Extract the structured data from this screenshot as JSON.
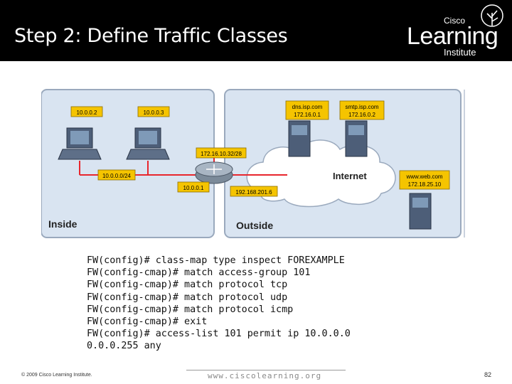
{
  "slide": {
    "title": "Step 2: Define Traffic Classes",
    "logo": {
      "brand": "Cisco",
      "word": "Learning",
      "sub": "Institute"
    }
  },
  "diagram": {
    "inside_label": "Inside",
    "outside_label": "Outside",
    "internet_label": "Internet",
    "hosts": {
      "h1": "10.0.0.2",
      "h2": "10.0.0.3"
    },
    "subnet": "10.0.0.0/24",
    "router_inside_ip": "10.0.0.1",
    "router_outside_ip": "192.168.201.6",
    "router_top_net": "172.16.10.32/28",
    "servers": {
      "dns": {
        "name": "dns.isp.com",
        "ip": "172.16.0.1"
      },
      "smtp": {
        "name": "smtp.isp.com",
        "ip": "172.16.0.2"
      },
      "web": {
        "name": "www.web.com",
        "ip": "172.18.25.10"
      }
    },
    "colors": {
      "label_fill": "#f5c400",
      "inside_bg": "#d9e4f1",
      "outside_bg": "#d9e4f1",
      "link": "#e8262d"
    }
  },
  "config": {
    "lines": [
      "FW(config)# class-map type inspect FOREXAMPLE",
      "FW(config-cmap)# match access-group 101",
      "FW(config-cmap)# match protocol tcp",
      "FW(config-cmap)# match protocol udp",
      "FW(config-cmap)# match protocol icmp",
      "FW(config-cmap)# exit",
      "FW(config)# access-list 101 permit ip 10.0.0.0",
      "0.0.0.255 any"
    ]
  },
  "footer": {
    "copyright": "© 2009 Cisco Learning Institute.",
    "url": "www.ciscolearning.org",
    "page": "82"
  }
}
